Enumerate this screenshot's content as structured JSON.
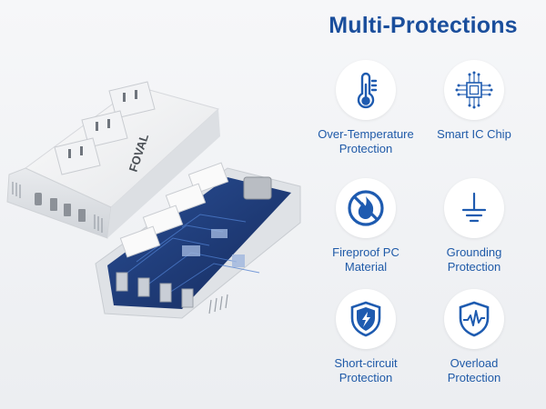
{
  "title": "Multi-Protections",
  "brand": "FOVAL",
  "features": [
    {
      "label": "Over-Temperature\nProtection",
      "icon": "thermometer-icon"
    },
    {
      "label": "Smart IC Chip",
      "icon": "chip-icon"
    },
    {
      "label": "Fireproof PC\nMaterial",
      "icon": "no-fire-icon"
    },
    {
      "label": "Grounding\nProtection",
      "icon": "ground-icon"
    },
    {
      "label": "Short-circuit\nProtection",
      "icon": "shield-lightning-icon"
    },
    {
      "label": "Overload\nProtection",
      "icon": "shield-pulse-icon"
    }
  ],
  "colors": {
    "accent": "#1a4e9c",
    "icon_blue": "#1e5bb0",
    "board_blue": "#1e3a78"
  }
}
